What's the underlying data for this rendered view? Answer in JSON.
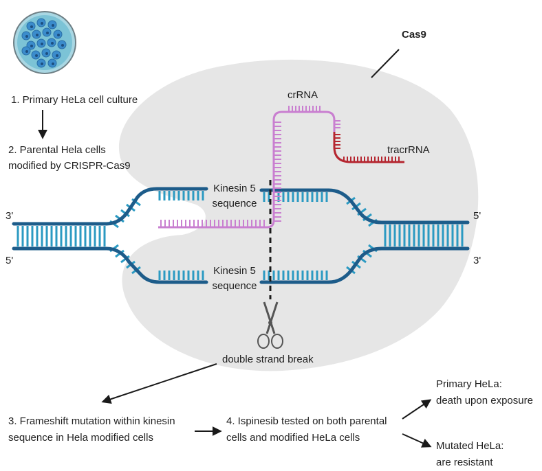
{
  "cas9_label": "Cas9",
  "crrna_label": "crRNA",
  "tracrrna_label": "tracrRNA",
  "steps": {
    "step1": "1. Primary HeLa cell culture",
    "step2_line1": "2. Parental Hela cells",
    "step2_line2": "modified by CRISPR-Cas9",
    "step3_line1": "3. Frameshift mutation within kinesin",
    "step3_line2": "sequence in Hela modified cells",
    "step4_line1": "4. Ispinesib tested on both parental",
    "step4_line2": "cells and modified HeLa cells"
  },
  "dna": {
    "top_left_end": "3'",
    "bottom_left_end": "5'",
    "top_right_end": "5'",
    "bottom_right_end": "3'",
    "target_top_line1": "Kinesin 5",
    "target_top_line2": "sequence",
    "target_bottom_line1": "Kinesin 5",
    "target_bottom_line2": "sequence"
  },
  "break_label": "double strand break",
  "outcomes": {
    "primary_line1": "Primary HeLa:",
    "primary_line2": "death upon exposure",
    "mutated_line1": "Mutated HeLa:",
    "mutated_line2": "are resistant"
  },
  "colors": {
    "dna_backbone": "#1d5c8a",
    "base_pair": "#2b9ac2",
    "crrna": "#c97fd0",
    "tracrrna": "#b52630",
    "cas9_body": "#e6e6e6",
    "petri_fill": "#7cc3d6",
    "cell_fill": "#3b8ccc"
  }
}
